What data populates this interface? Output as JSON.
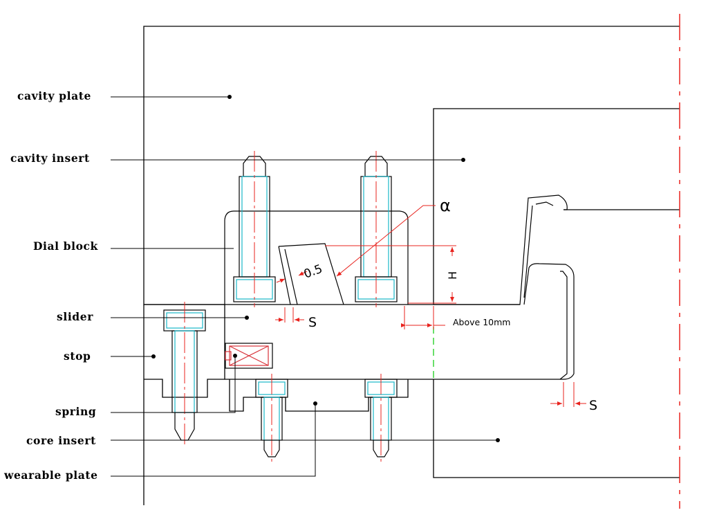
{
  "labels": {
    "cavity_plate": "cavity plate",
    "cavity_insert": "cavity insert",
    "dial_block": "Dial block",
    "slider": "slider",
    "stop": "stop",
    "spring": "spring",
    "core_insert": "core insert",
    "wearable_plate": "wearable plate"
  },
  "annotations": {
    "alpha": "α",
    "clearance": "0.5",
    "height": "H",
    "s_top": "S",
    "s_bottom": "S",
    "above": "Above 10mm"
  },
  "colors": {
    "outline": "#000000",
    "centerline": "#e8231e",
    "bolt_inner": "#19b7c9",
    "spring_box": "#d8333a",
    "parting_line": "#2bd12b"
  }
}
